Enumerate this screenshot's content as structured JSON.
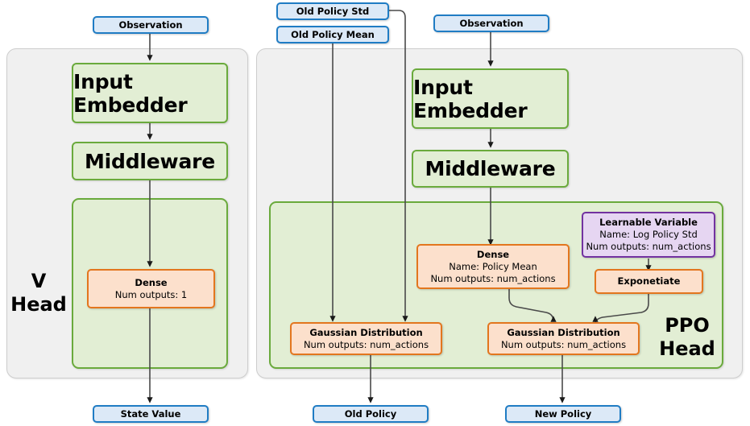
{
  "diagram": {
    "title": "PPO network architecture diagram",
    "colors": {
      "panel_bg": "#f0f0f0",
      "panel_border": "#cdcdcd",
      "green_fill": "#e2eed4",
      "green_border": "#6aaa3c",
      "orange_fill": "#fce0cc",
      "orange_border": "#e3761e",
      "purple_fill": "#e6d6f2",
      "purple_border": "#7232a0",
      "blue_fill": "#dce9f7",
      "blue_border": "#1f7cc4",
      "arrow": "#404040"
    }
  },
  "inputs": {
    "v_observation": "Observation",
    "ppo_observation": "Observation",
    "old_policy_std": "Old Policy Std",
    "old_policy_mean": "Old Policy Mean"
  },
  "outputs": {
    "state_value": "State Value",
    "old_policy": "Old Policy",
    "new_policy": "New Policy"
  },
  "v_head": {
    "label": "V\nHead",
    "input_embedder": "Input Embedder",
    "middleware": "Middleware",
    "dense": {
      "title": "Dense",
      "num_outputs": "Num outputs: 1"
    }
  },
  "ppo_head": {
    "label": "PPO\nHead",
    "input_embedder": "Input Embedder",
    "middleware": "Middleware",
    "dense": {
      "title": "Dense",
      "name": "Name: Policy Mean",
      "num_outputs": "Num outputs: num_actions"
    },
    "learnable_variable": {
      "title": "Learnable Variable",
      "name": "Name: Log Policy Std",
      "num_outputs": "Num outputs: num_actions"
    },
    "exponentiate": "Exponetiate",
    "gaussian_old": {
      "title": "Gaussian Distribution",
      "num_outputs": "Num outputs: num_actions"
    },
    "gaussian_new": {
      "title": "Gaussian Distribution",
      "num_outputs": "Num outputs: num_actions"
    }
  }
}
